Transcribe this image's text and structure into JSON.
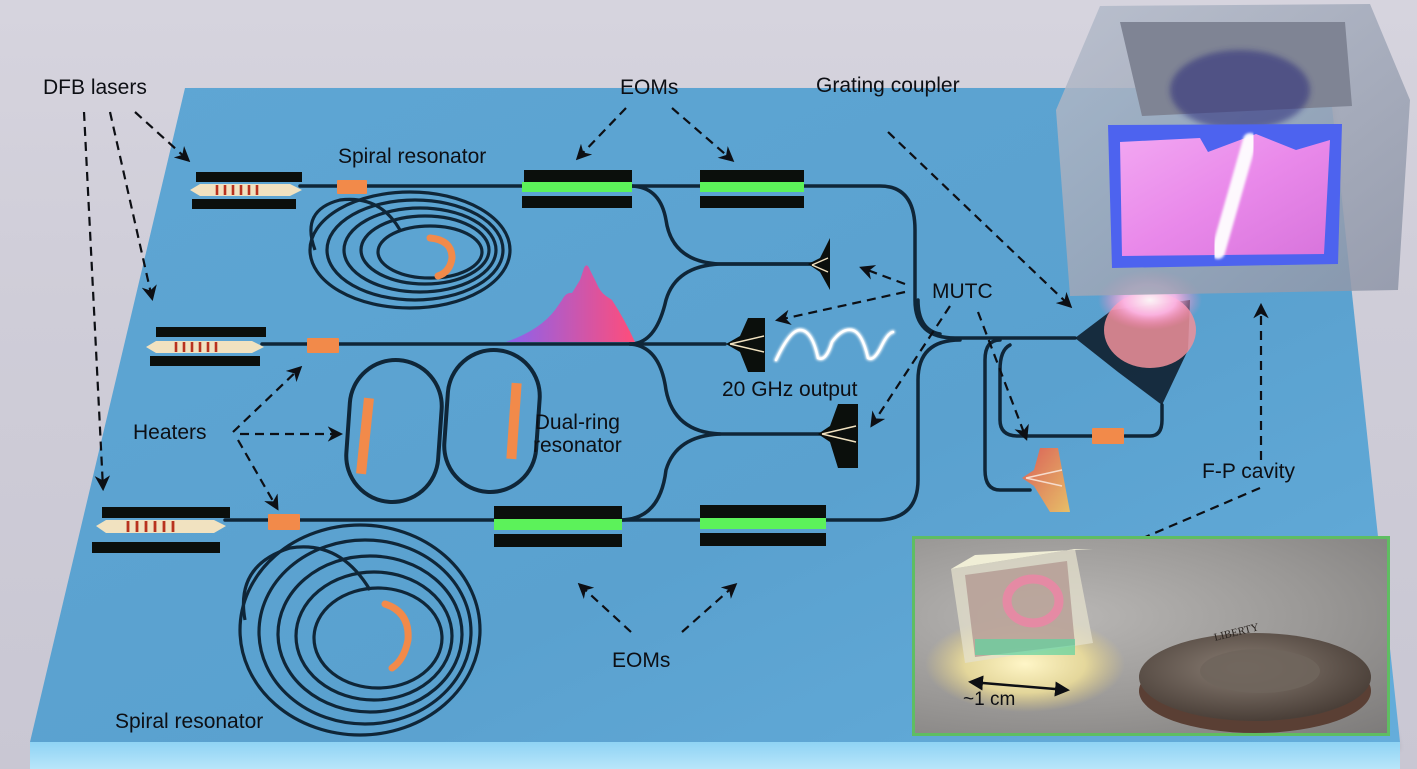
{
  "figure": {
    "type": "illustration",
    "subject": "Integrated photonic chip with lasers, resonators, EOMs, photodetectors and Fabry-Perot cavity",
    "colors": {
      "chip": "#5aa3d0",
      "waveguide": "#0f2638",
      "heater": "#f28a4a",
      "eom_electrode": "#0b0f0c",
      "eom_glow": "#5cf25a",
      "inset_border": "#5fbd62",
      "cavity_glow": "#f0a6ee",
      "cavity_frame": "#4d63ef"
    }
  },
  "labels": {
    "dfb_lasers": "DFB lasers",
    "spiral_top": "Spiral resonator",
    "eoms_top": "EOMs",
    "grating_coupler": "Grating coupler",
    "mutc": "MUTC",
    "output": "20 GHz output",
    "heaters": "Heaters",
    "dual_ring_line1": "Dual-ring",
    "dual_ring_line2": "resonator",
    "fp_cavity": "F-P cavity",
    "eoms_bottom": "EOMs",
    "spiral_bottom": "Spiral resonator"
  },
  "inset": {
    "scale_label": "~1 cm",
    "coin_text": "LIBERTY"
  }
}
